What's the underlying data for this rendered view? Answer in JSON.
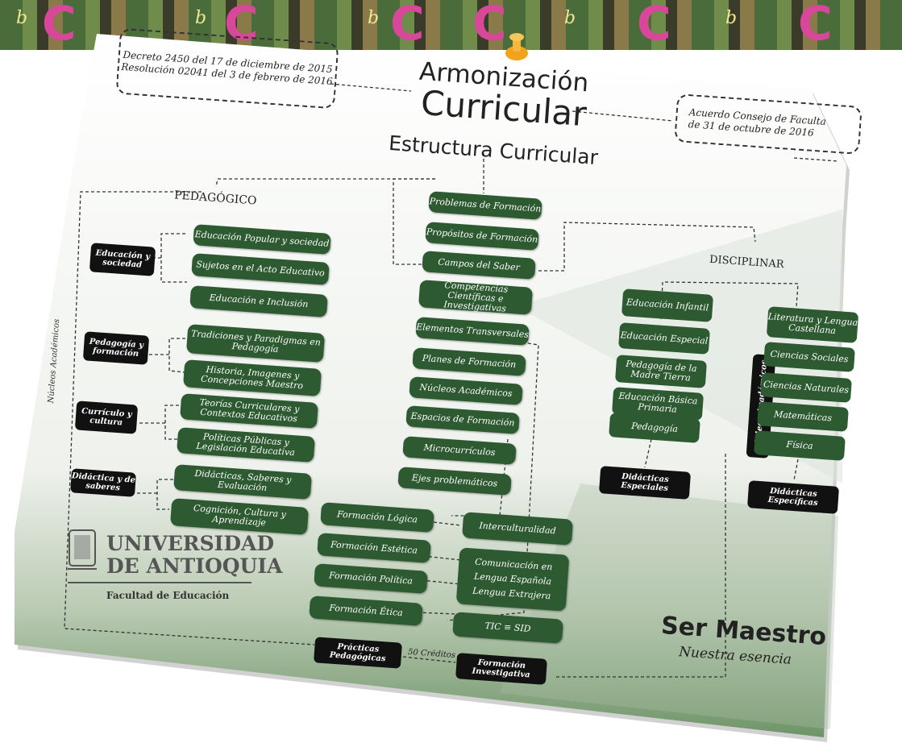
{
  "header": {
    "title_line1": "Armonización",
    "title_line2": "Curricular",
    "subtitle": "Estructura Curricular"
  },
  "decree_box": {
    "line1": "Decreto 2450 del 17 de diciembre de 2015",
    "line2": "Resolución 02041 del 3 de febrero de 2016"
  },
  "agreement_box": {
    "line1": "Acuerdo Consejo de Faculta",
    "line2": "de 31 de octubre de 2016"
  },
  "pedagogico": {
    "title": "PEDAGÓGICO",
    "side_label": "Núcleos Académicos",
    "groups": [
      {
        "label": "Educación y sociedad",
        "items": [
          "Educación Popular y sociedad",
          "Sujetos en el Acto Educativo",
          "Educación e Inclusión"
        ]
      },
      {
        "label": "Pedagogía y formación",
        "items": [
          "Tradiciones y Paradigmas en Pedagogía",
          "Historia, Imagenes y Concepciones Maestro"
        ]
      },
      {
        "label": "Currículo y cultura",
        "items": [
          "Teorías Curriculares y Contextos Educativos",
          "Políticas Públicas y Legislación Educativa"
        ]
      },
      {
        "label": "Didáctica y de saberes",
        "items": [
          "Didácticas, Saberes y Evaluación",
          "Cognición, Cultura y Aprendizaje"
        ]
      }
    ]
  },
  "estructura_items": [
    "Problemas de Formación",
    "Propósitos de Formación",
    "Campos del Saber",
    "Competencias Científicas e Investigativas",
    "Elementos Transversales",
    "Planes de Formación",
    "Núcleos Académicos",
    "Espacios de Formación",
    "Microcurrículos",
    "Ejes problemáticos"
  ],
  "formacion_left": [
    "Formación Lógica",
    "Formación Estética",
    "Formación Política",
    "Formación Ética"
  ],
  "formacion_right": [
    "Interculturalidad",
    "Comunicación en Lengua Española Lengua Extrajera",
    "TIC ≡ SID"
  ],
  "disciplinar": {
    "title": "DISCIPLINAR",
    "center_label": "Núcleos Académicos",
    "left_items": [
      "Educación Infantil",
      "Educación Especial",
      "Pedagogía de la Madre Tierra",
      "Educación Básica Primaria",
      "Pedagogía"
    ],
    "right_items": [
      "Literatura y Lengua Castellana",
      "Ciencias Sociales",
      "Ciencias Naturales",
      "Matemáticas",
      "Física"
    ],
    "left_result": "Didácticas Especiales",
    "right_result": "Didácticas Específicas"
  },
  "bottom": {
    "practicas": "Prácticas Pedagógicas",
    "creditos": "50 Créditos",
    "formacion_inv": "Formación Investigativa"
  },
  "university": {
    "name_line1": "UNIVERSIDAD",
    "name_line2": "DE ANTIOQUIA",
    "faculty": "Facultad de Educación"
  },
  "brand": {
    "name": "Ser Maestro",
    "tagline": "Nuestra esencia"
  },
  "colors": {
    "green_box": "#2d5a30",
    "black_box": "#111111",
    "pink_letter": "#d9479a",
    "pin": "#f2a31b"
  }
}
